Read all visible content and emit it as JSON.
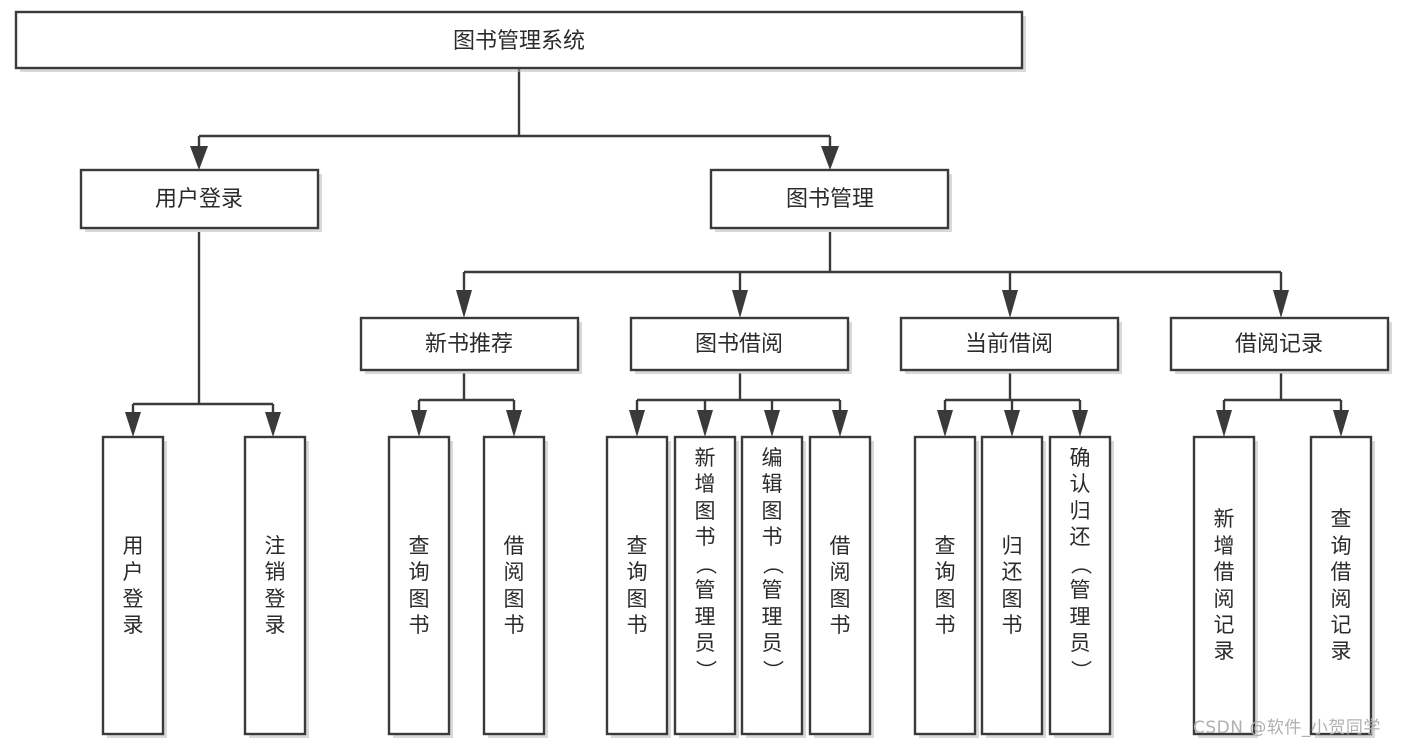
{
  "diagram": {
    "type": "tree-hierarchy",
    "title": "图书管理系统",
    "root": {
      "label": "图书管理系统"
    },
    "level2": [
      {
        "label": "用户登录"
      },
      {
        "label": "图书管理"
      }
    ],
    "level3": [
      {
        "label": "新书推荐"
      },
      {
        "label": "图书借阅"
      },
      {
        "label": "当前借阅"
      },
      {
        "label": "借阅记录"
      }
    ],
    "leaves": {
      "user_login": [
        {
          "label": "用户登录",
          "chars": [
            "用",
            "户",
            "登",
            "录"
          ]
        },
        {
          "label": "注销登录",
          "chars": [
            "注",
            "销",
            "登",
            "录"
          ]
        }
      ],
      "new_book_recommend": [
        {
          "label": "查询图书",
          "chars": [
            "查",
            "询",
            "图",
            "书"
          ]
        },
        {
          "label": "借阅图书",
          "chars": [
            "借",
            "阅",
            "图",
            "书"
          ]
        }
      ],
      "book_borrow": [
        {
          "label": "查询图书",
          "chars": [
            "查",
            "询",
            "图",
            "书"
          ]
        },
        {
          "label": "新增图书（管理员）",
          "chars": [
            "新",
            "增",
            "图",
            "书",
            "（",
            "管",
            "理",
            "员",
            "）"
          ]
        },
        {
          "label": "编辑图书（管理员）",
          "chars": [
            "编",
            "辑",
            "图",
            "书",
            "（",
            "管",
            "理",
            "员",
            "）"
          ]
        },
        {
          "label": "借阅图书",
          "chars": [
            "借",
            "阅",
            "图",
            "书"
          ]
        }
      ],
      "current_borrow": [
        {
          "label": "查询图书",
          "chars": [
            "查",
            "询",
            "图",
            "书"
          ]
        },
        {
          "label": "归还图书",
          "chars": [
            "归",
            "还",
            "图",
            "书"
          ]
        },
        {
          "label": "确认归还（管理员）",
          "chars": [
            "确",
            "认",
            "归",
            "还",
            "（",
            "管",
            "理",
            "员",
            "）"
          ]
        }
      ],
      "borrow_record": [
        {
          "label": "新增借阅记录",
          "chars": [
            "新",
            "增",
            "借",
            "阅",
            "记",
            "录"
          ]
        },
        {
          "label": "查询借阅记录",
          "chars": [
            "查",
            "询",
            "借",
            "阅",
            "记",
            "录"
          ]
        }
      ]
    },
    "colors": {
      "stroke": "#3a3a3a",
      "fill": "#ffffff",
      "text": "#2b2b2b",
      "watermark": "#b0b0b0",
      "background": "#ffffff"
    }
  },
  "watermark": {
    "text": "CSDN @软件_小贺同学"
  }
}
